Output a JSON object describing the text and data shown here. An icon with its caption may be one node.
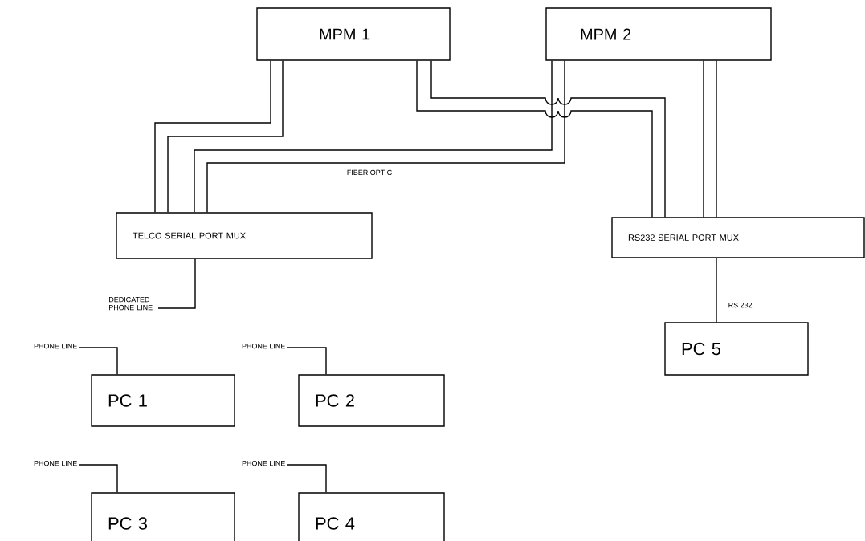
{
  "diagram": {
    "nodes": [
      {
        "text": [
          "MPM 1"
        ]
      },
      {
        "text": [
          "MPM 2"
        ]
      },
      {
        "text": [
          "TELCO SERIAL PORT MUX"
        ]
      },
      {
        "text": [
          "RS232 SERIAL PORT MUX"
        ]
      },
      {
        "text": [
          "DEDICATED PHONE LINE"
        ]
      },
      {
        "text": [
          "PC 5"
        ]
      },
      {
        "text": [
          "PHONE LINE"
        ]
      },
      {
        "text": [
          "PHONE LINE"
        ]
      },
      {
        "text": [
          "PC 1"
        ]
      },
      {
        "text": [
          "PC 2"
        ]
      },
      {
        "text": [
          "PHONE LINE"
        ]
      },
      {
        "text": [
          "PHONE LINE"
        ]
      },
      {
        "text": [
          "PC 3"
        ]
      },
      {
        "text": [
          "PC 4"
        ]
      }
    ],
    "edges": [
      {
        "from": 0,
        "to": 2,
        "arrow": "none"
      },
      {
        "from": 0,
        "to": 2,
        "arrow": "none"
      },
      {
        "from": 1,
        "to": 2,
        "arrow": "none"
      },
      {
        "from": 1,
        "to": 2,
        "arrow": "none",
        "label": "FIBER OPTIC"
      },
      {
        "from": 0,
        "to": 3,
        "arrow": "none"
      },
      {
        "from": 0,
        "to": 3,
        "arrow": "none"
      },
      {
        "from": 1,
        "to": 3,
        "arrow": "none"
      },
      {
        "from": 1,
        "to": 3,
        "arrow": "none"
      },
      {
        "from": 2,
        "to": 4,
        "arrow": "none"
      },
      {
        "from": 3,
        "to": 5,
        "arrow": "none",
        "label": "RS 232"
      },
      {
        "from": 6,
        "to": 8,
        "arrow": "none"
      },
      {
        "from": 7,
        "to": 9,
        "arrow": "none"
      },
      {
        "from": 10,
        "to": 12,
        "arrow": "none"
      },
      {
        "from": 11,
        "to": 13,
        "arrow": "none"
      }
    ]
  }
}
